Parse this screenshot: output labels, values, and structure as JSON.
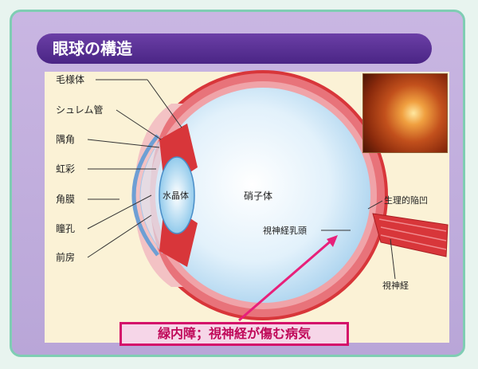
{
  "title": "眼球の構造",
  "labels": {
    "ciliary_body": "毛様体",
    "schlemm_canal": "シュレム管",
    "angle": "隅角",
    "iris": "虹彩",
    "cornea": "角膜",
    "pupil": "瞳孔",
    "anterior_chamber": "前房",
    "lens": "水晶体",
    "vitreous": "硝子体",
    "optic_disc": "視神経乳頭",
    "physiologic_cup": "生理的陥凹",
    "optic_nerve": "視神経"
  },
  "caption": "緑内障；視神経が傷む病気",
  "colors": {
    "frame_border": "#7fcdb3",
    "title_bar": "#5a2f95",
    "sclera_red": "#d8363a",
    "caption_border": "#d4106a"
  }
}
